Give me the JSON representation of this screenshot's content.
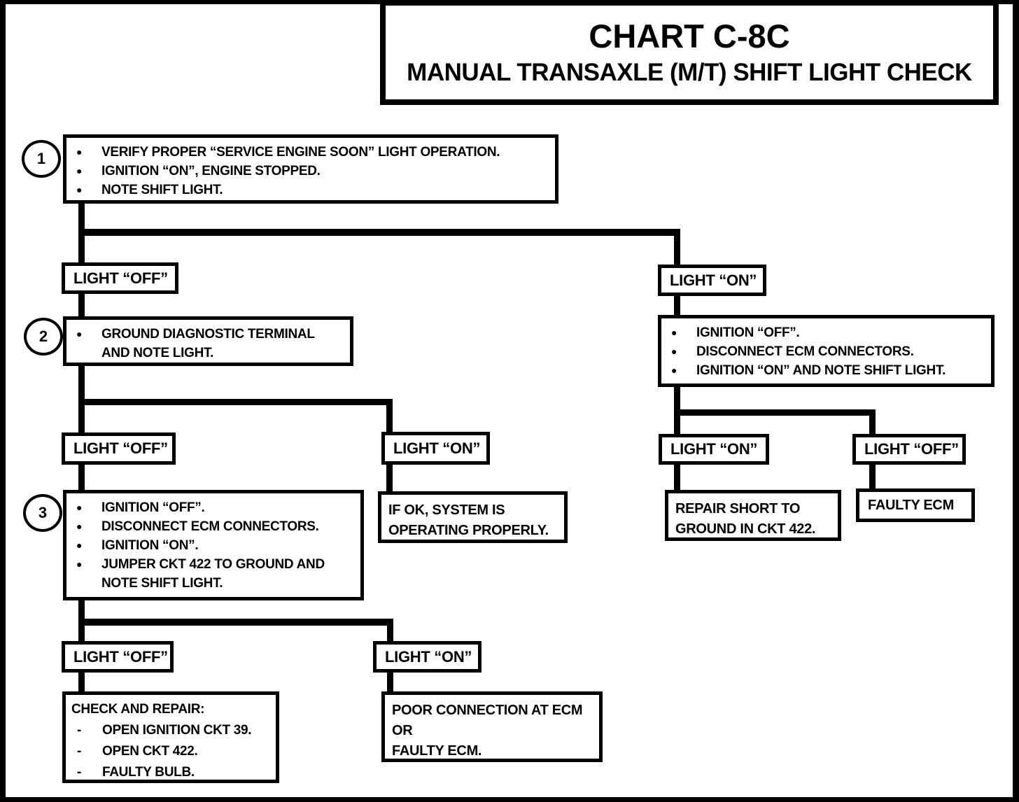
{
  "title": {
    "line1": "CHART C-8C",
    "line2": "MANUAL TRANSAXLE (M/T) SHIFT LIGHT CHECK"
  },
  "glyphs": {
    "bullet": "●",
    "dash": "-"
  },
  "colors": {
    "ink": "#000000",
    "paper": "#ffffff"
  },
  "steps": {
    "s1": {
      "number": "1",
      "bullets": [
        "VERIFY PROPER “SERVICE ENGINE SOON” LIGHT OPERATION.",
        "IGNITION “ON”, ENGINE STOPPED.",
        "NOTE SHIFT LIGHT."
      ]
    },
    "s2": {
      "number": "2",
      "bullets": [
        "GROUND DIAGNOSTIC TERMINAL AND NOTE LIGHT."
      ]
    },
    "s3": {
      "number": "3",
      "bullets": [
        "IGNITION “OFF”.",
        "DISCONNECT ECM CONNECTORS.",
        "IGNITION “ON”.",
        "JUMPER CKT 422 TO GROUND AND NOTE SHIFT LIGHT."
      ]
    }
  },
  "decisions": {
    "d1_off": "LIGHT “OFF”",
    "d1_on": "LIGHT “ON”",
    "d2_off": "LIGHT “OFF”",
    "d2_on": "LIGHT “ON”",
    "d3_on": "LIGHT “ON”",
    "d3_off": "LIGHT “OFF”",
    "d4_off": "LIGHT “OFF”",
    "d4_on": "LIGHT “ON”"
  },
  "actions": {
    "right_check": {
      "bullets": [
        "IGNITION “OFF”.",
        "DISCONNECT ECM CONNECTORS.",
        "IGNITION “ON” AND NOTE SHIFT LIGHT."
      ]
    },
    "if_ok": {
      "lines": [
        "IF OK, SYSTEM IS",
        "OPERATING PROPERLY."
      ]
    },
    "repair_short": {
      "lines": [
        "REPAIR SHORT TO",
        "GROUND IN CKT 422."
      ]
    },
    "faulty_ecm": {
      "label": "FAULTY ECM"
    },
    "check_repair": {
      "heading": "CHECK AND REPAIR:",
      "items": [
        "OPEN IGNITION CKT 39.",
        "OPEN CKT 422.",
        "FAULTY BULB."
      ]
    },
    "poor_connection": {
      "lines": [
        "POOR CONNECTION AT ECM",
        "OR",
        "FAULTY ECM."
      ]
    }
  }
}
